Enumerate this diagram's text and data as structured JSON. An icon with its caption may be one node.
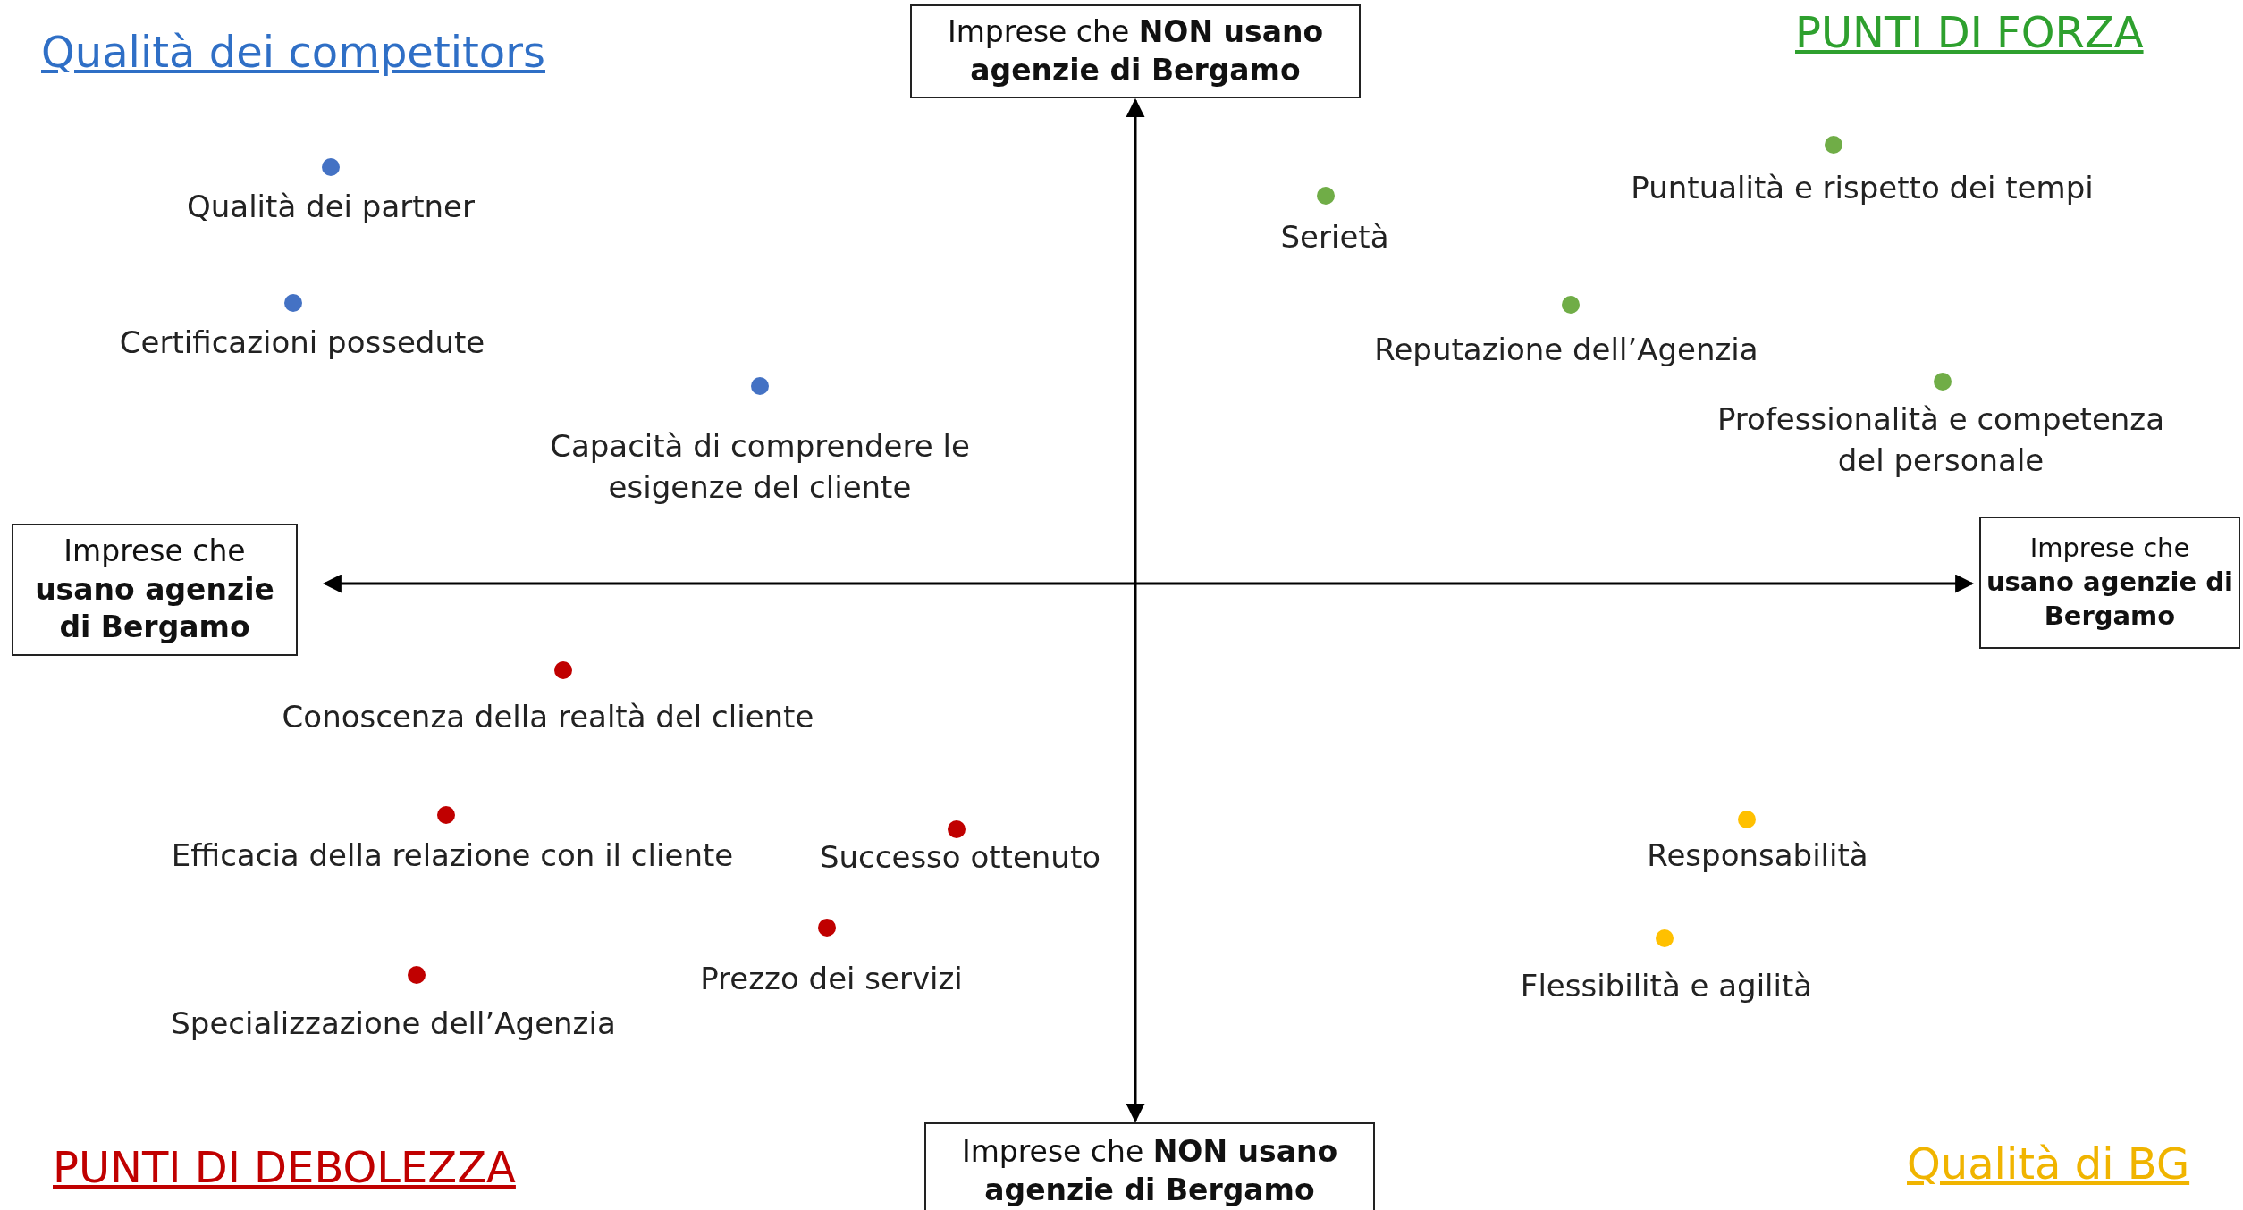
{
  "diagram": {
    "nodes": [
      {
        "text": [
          "Imprese che **NON usano agenzie di Bergamo**"
        ]
      },
      {
        "text": [
          "Imprese che **usano agenzie di Bergamo**"
        ]
      },
      {
        "text": [
          "Imprese che **usano agenzie di Bergamo**"
        ]
      },
      {
        "text": [
          "Imprese che **NON usano agenzie di Bergamo**"
        ]
      }
    ],
    "edges": [
      {
        "from": 0,
        "to": 3,
        "arrow": "both"
      },
      {
        "from": 1,
        "to": 2,
        "arrow": "both"
      }
    ],
    "labels": [
      "Qualità dei competitors",
      "PUNTI DI FORZA",
      "Qualità dei partner",
      "Puntualità e rispetto dei tempi",
      "Serietà",
      "Certificazioni possedute",
      "Reputazione dell’Agenzia",
      "Capacità di comprendere le esigenze del cliente",
      "Professionalità e competenza del personale",
      "Conoscenza della realtà del cliente",
      "Efficacia della relazione con il cliente",
      "Successo ottenuto",
      "Responsabilità",
      "Prezzo dei servizi",
      "Specializzazione dell’Agenzia",
      "Flessibilità e agilità",
      "PUNTI DI DEBOLEZZA",
      "Qualità di BG"
    ]
  }
}
